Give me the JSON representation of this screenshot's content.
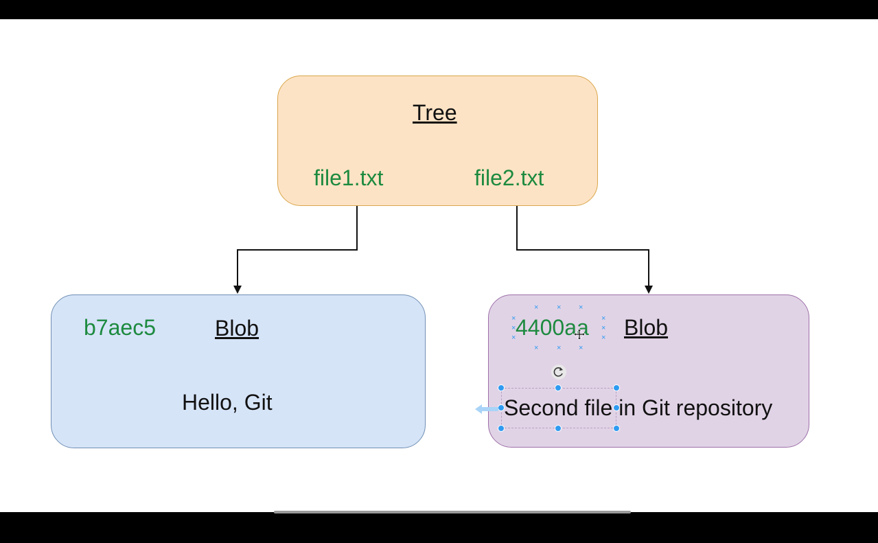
{
  "diagram": {
    "tree": {
      "title": "Tree",
      "file1": "file1.txt",
      "file2": "file2.txt"
    },
    "blob_left": {
      "hash": "b7aec5",
      "title": "Blob",
      "content": "Hello, Git"
    },
    "blob_right": {
      "hash": "4400aa",
      "title": "Blob",
      "content": "Second file in Git repository"
    }
  },
  "colors": {
    "tree_fill": "#fde3c5",
    "blob_left_fill": "#d6e4f8",
    "blob_right_fill": "#e1d3e6",
    "hash_text": "#1d8a3f",
    "selection": "#2f9bf0"
  },
  "icons": [
    "move-cursor-icon",
    "rotate-handle-icon",
    "connection-arrow-icon"
  ]
}
